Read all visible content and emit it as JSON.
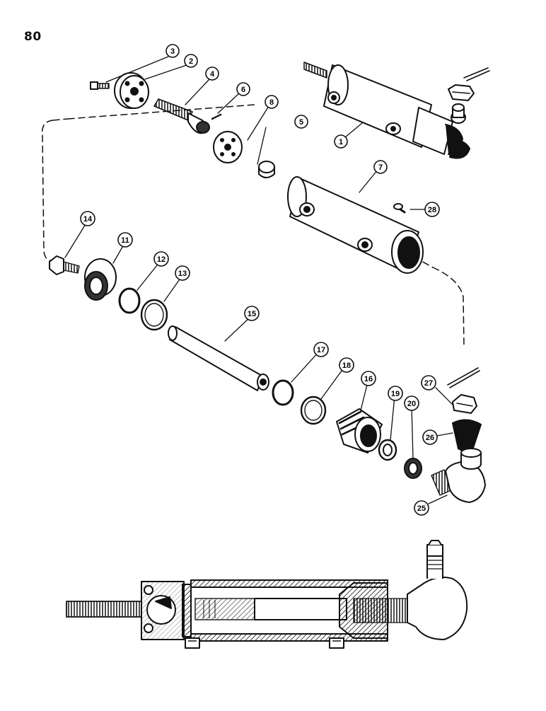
{
  "page_number": "80",
  "callouts": [
    {
      "label": "1"
    },
    {
      "label": "2"
    },
    {
      "label": "3"
    },
    {
      "label": "4"
    },
    {
      "label": "5"
    },
    {
      "label": "6"
    },
    {
      "label": "7"
    },
    {
      "label": "8"
    },
    {
      "label": "11"
    },
    {
      "label": "12"
    },
    {
      "label": "13"
    },
    {
      "label": "14"
    },
    {
      "label": "15"
    },
    {
      "label": "16"
    },
    {
      "label": "17"
    },
    {
      "label": "18"
    },
    {
      "label": "19"
    },
    {
      "label": "20"
    },
    {
      "label": "25"
    },
    {
      "label": "26"
    },
    {
      "label": "27"
    },
    {
      "label": "28"
    }
  ],
  "colors": {
    "ink": "#111111",
    "paper": "#ffffff",
    "shade": "#333333"
  }
}
